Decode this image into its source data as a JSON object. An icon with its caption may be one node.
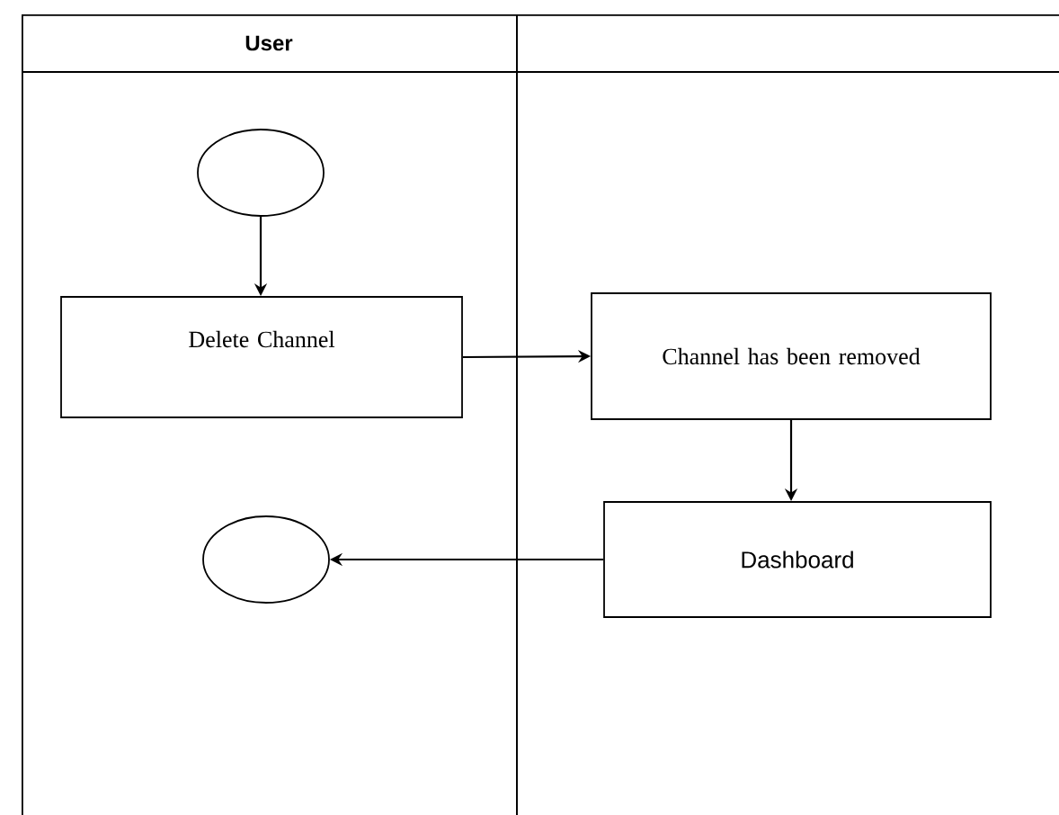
{
  "diagram": {
    "nodes": [
      {
        "text": [
          "User"
        ]
      },
      {
        "text": [],
        "shape": "box"
      },
      {
        "text": [],
        "shape": "circle",
        "in": 0
      },
      {
        "text": [
          "Delete Channel"
        ],
        "in": 0
      },
      {
        "text": [
          "Channel has been removed"
        ],
        "in": 1
      },
      {
        "text": [
          "Dashboard"
        ],
        "in": 1
      },
      {
        "text": [],
        "shape": "circle",
        "in": 0
      }
    ],
    "edges": [
      {
        "from": 2,
        "to": 3,
        "arrow": "to"
      },
      {
        "from": 3,
        "to": 4,
        "arrow": "to"
      },
      {
        "from": 4,
        "to": 5,
        "arrow": "to"
      },
      {
        "from": 5,
        "to": 6,
        "arrow": "to"
      }
    ]
  }
}
